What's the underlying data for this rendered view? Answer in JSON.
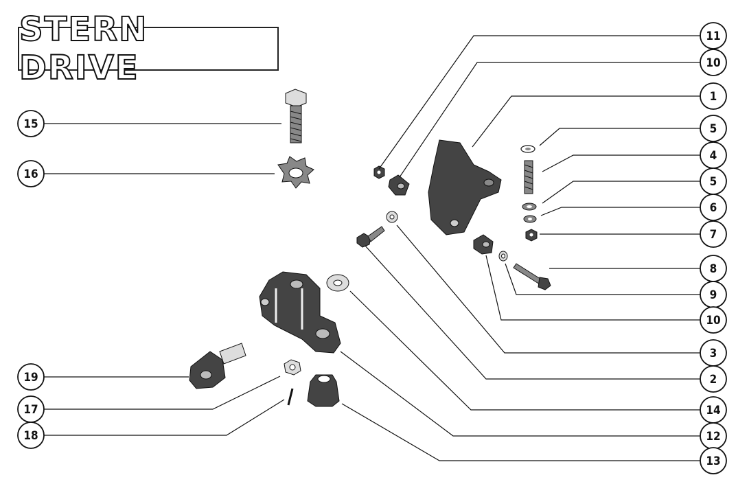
{
  "title": "STERN DRIVE",
  "callouts": [
    "11",
    "10",
    "1",
    "5",
    "4",
    "5",
    "6",
    "7",
    "8",
    "9",
    "10",
    "3",
    "2",
    "14",
    "12",
    "13",
    "15",
    "16",
    "19",
    "17",
    "18"
  ]
}
